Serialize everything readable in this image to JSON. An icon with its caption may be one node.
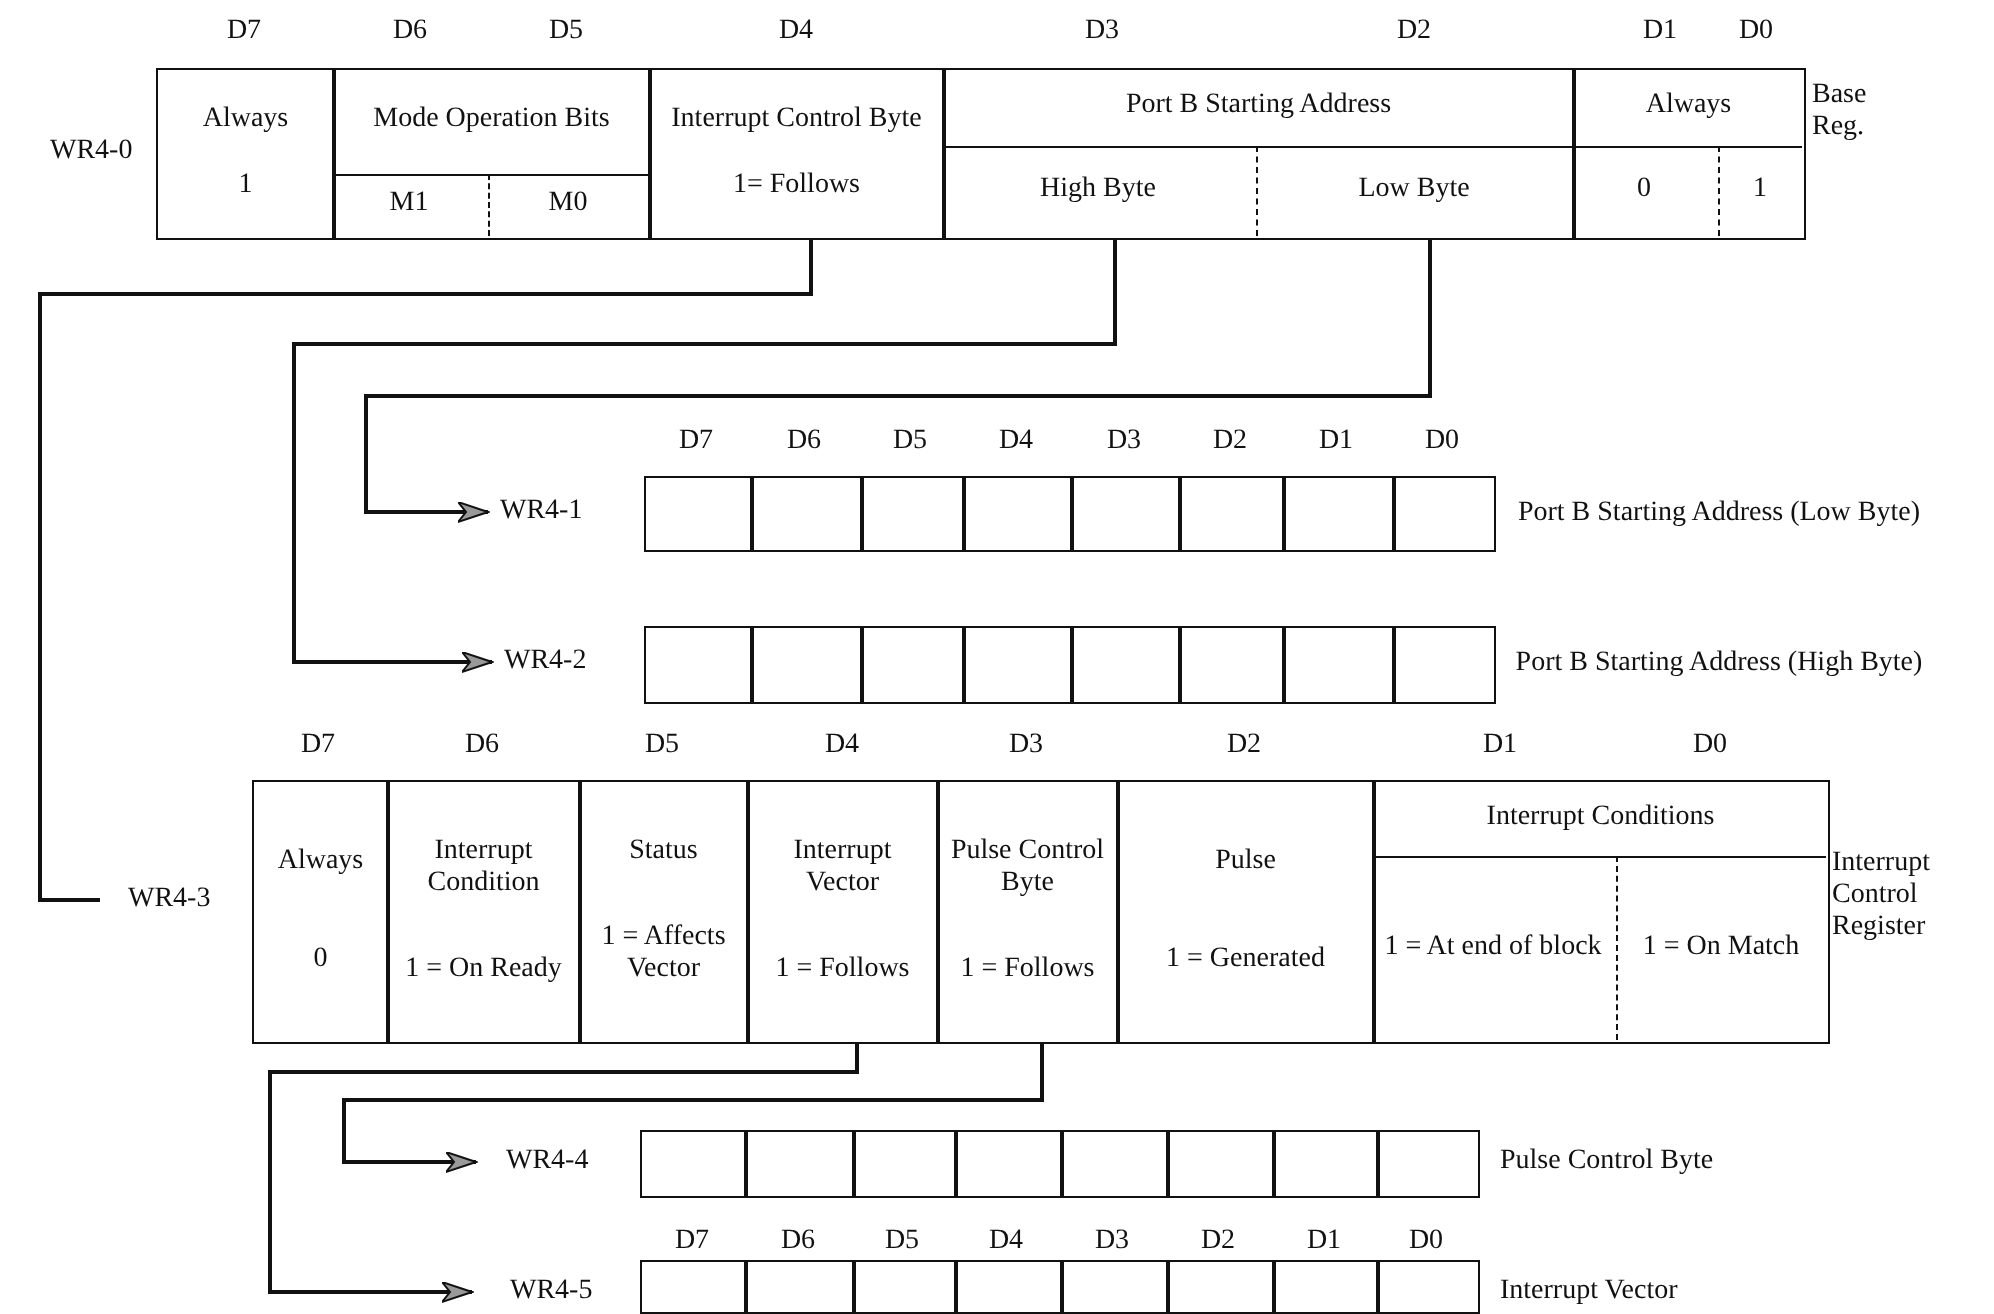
{
  "diagram": {
    "nodes": [
      {
        "text": [
          "WR4-0"
        ],
        "beside": [
          "Base Reg."
        ]
      },
      {
        "text": [
          "Always",
          "1"
        ],
        "in": 0
      },
      {
        "text": [
          "Mode Operation Bits"
        ],
        "in": 0
      },
      {
        "text": [
          "M1"
        ],
        "in": 2
      },
      {
        "text": [
          "M0"
        ],
        "in": 2
      },
      {
        "text": [
          "Interrupt Control Byte",
          "1= Follows"
        ],
        "in": 0
      },
      {
        "text": [
          "Port B Starting Address"
        ],
        "in": 0
      },
      {
        "text": [
          "High Byte"
        ],
        "in": 6
      },
      {
        "text": [
          "Low Byte"
        ],
        "in": 6
      },
      {
        "text": [
          "Always"
        ],
        "in": 0
      },
      {
        "text": [
          "0"
        ],
        "in": 9
      },
      {
        "text": [
          "1"
        ],
        "in": 9
      },
      {
        "text": [
          "WR4-1"
        ],
        "beside": [
          "Port B Starting Address (Low Byte)"
        ]
      },
      {
        "text": [],
        "shape": "box",
        "in": 12
      },
      {
        "text": [],
        "shape": "box",
        "in": 12
      },
      {
        "text": [],
        "shape": "box",
        "in": 12
      },
      {
        "text": [],
        "shape": "box",
        "in": 12
      },
      {
        "text": [],
        "shape": "box",
        "in": 12
      },
      {
        "text": [],
        "shape": "box",
        "in": 12
      },
      {
        "text": [],
        "shape": "box",
        "in": 12
      },
      {
        "text": [],
        "shape": "box",
        "in": 12
      },
      {
        "text": [
          "WR4-2"
        ],
        "beside": [
          "Port B Starting Address (High Byte)"
        ]
      },
      {
        "text": [],
        "shape": "box",
        "in": 21
      },
      {
        "text": [],
        "shape": "box",
        "in": 21
      },
      {
        "text": [],
        "shape": "box",
        "in": 21
      },
      {
        "text": [],
        "shape": "box",
        "in": 21
      },
      {
        "text": [],
        "shape": "box",
        "in": 21
      },
      {
        "text": [],
        "shape": "box",
        "in": 21
      },
      {
        "text": [],
        "shape": "box",
        "in": 21
      },
      {
        "text": [],
        "shape": "box",
        "in": 21
      },
      {
        "text": [
          "WR4-3"
        ],
        "beside": [
          "Interrupt Control Register"
        ]
      },
      {
        "text": [
          "Always",
          "0"
        ],
        "in": 30
      },
      {
        "text": [
          "Interrupt Condition",
          "1 = On Ready"
        ],
        "in": 30
      },
      {
        "text": [
          "Status",
          "1 = Affects Vector"
        ],
        "in": 30
      },
      {
        "text": [
          "Interrupt Vector",
          "1 = Follows"
        ],
        "in": 30
      },
      {
        "text": [
          "Pulse Control Byte",
          "1 = Follows"
        ],
        "in": 30
      },
      {
        "text": [
          "Pulse",
          "1 = Generated"
        ],
        "in": 30
      },
      {
        "text": [
          "Interrupt Conditions"
        ],
        "in": 30
      },
      {
        "text": [
          "1 = At end of block"
        ],
        "in": 37
      },
      {
        "text": [
          "1 = On Match"
        ],
        "in": 37
      },
      {
        "text": [
          "WR4-4"
        ],
        "beside": [
          "Pulse Control Byte"
        ]
      },
      {
        "text": [],
        "shape": "box",
        "in": 40
      },
      {
        "text": [],
        "shape": "box",
        "in": 40
      },
      {
        "text": [],
        "shape": "box",
        "in": 40
      },
      {
        "text": [],
        "shape": "box",
        "in": 40
      },
      {
        "text": [],
        "shape": "box",
        "in": 40
      },
      {
        "text": [],
        "shape": "box",
        "in": 40
      },
      {
        "text": [],
        "shape": "box",
        "in": 40
      },
      {
        "text": [],
        "shape": "box",
        "in": 40
      },
      {
        "text": [
          "WR4-5"
        ],
        "beside": [
          "Interrupt Vector"
        ]
      },
      {
        "text": [],
        "shape": "box",
        "in": 49
      },
      {
        "text": [],
        "shape": "box",
        "in": 49
      },
      {
        "text": [],
        "shape": "box",
        "in": 49
      },
      {
        "text": [],
        "shape": "box",
        "in": 49
      },
      {
        "text": [],
        "shape": "box",
        "in": 49
      },
      {
        "text": [],
        "shape": "box",
        "in": 49
      },
      {
        "text": [],
        "shape": "box",
        "in": 49
      },
      {
        "text": [],
        "shape": "box",
        "in": 49
      }
    ],
    "edges": [
      {
        "from": 5,
        "to": 30,
        "arrow": "none"
      },
      {
        "from": 7,
        "to": 21,
        "arrow": "to"
      },
      {
        "from": 8,
        "to": 12,
        "arrow": "to"
      },
      {
        "from": 34,
        "to": 49,
        "arrow": "to"
      },
      {
        "from": 35,
        "to": 40,
        "arrow": "to"
      }
    ],
    "labels": [
      "D7",
      "D6",
      "D5",
      "D4",
      "D3",
      "D2",
      "D1",
      "D0",
      "D7",
      "D6",
      "D5",
      "D4",
      "D3",
      "D2",
      "D1",
      "D0",
      "D7",
      "D6",
      "D5",
      "D4",
      "D3",
      "D2",
      "D1",
      "D0",
      "D7",
      "D6",
      "D5",
      "D4",
      "D3",
      "D2",
      "D1",
      "D0"
    ]
  }
}
